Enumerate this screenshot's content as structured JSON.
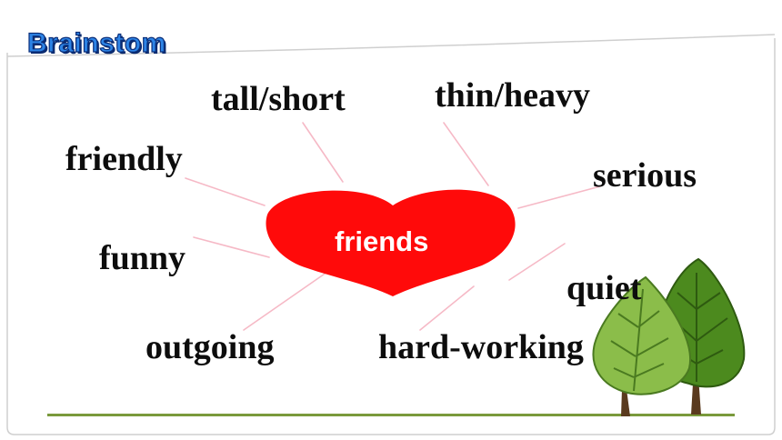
{
  "slide": {
    "title": "Brainstom",
    "center_label": "friends",
    "words": {
      "tall_short": "tall/short",
      "thin_heavy": "thin/heavy",
      "friendly": "friendly",
      "serious": "serious",
      "funny": "funny",
      "quiet": "quiet",
      "outgoing": "outgoing",
      "hard_working": "hard-working"
    }
  },
  "colors": {
    "heart": "#ff0a0a",
    "connector_lines": "#f6b9c6",
    "title_fill": "#2d84e6",
    "title_outline": "#0b2f7a",
    "text": "#0d0d0d",
    "ground_line": "#7a9a3c",
    "tree_dark": "#4c8a1e",
    "tree_light": "#8bbd4a"
  },
  "icons": {
    "heart": "heart-shape",
    "trees": "tree-illustration"
  }
}
